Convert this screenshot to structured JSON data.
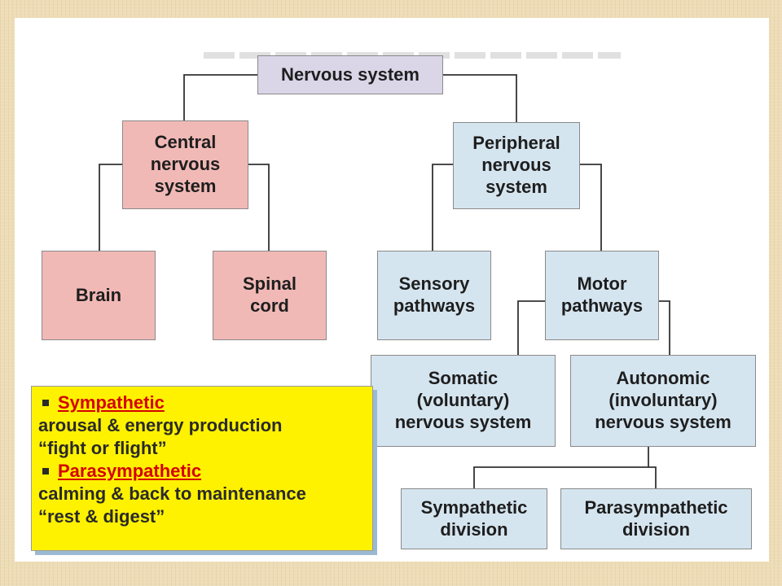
{
  "nodes": {
    "nervous_system": "Nervous system",
    "central": "Central\nnervous\nsystem",
    "peripheral": "Peripheral\nnervous\nsystem",
    "brain": "Brain",
    "spinal_cord": "Spinal\ncord",
    "sensory": "Sensory\npathways",
    "motor": "Motor\npathways",
    "somatic": "Somatic\n(voluntary)\nnervous system",
    "autonomic": "Autonomic\n(involuntary)\nnervous system",
    "sympathetic_division": "Sympathetic\ndivision",
    "parasympathetic_division": "Parasympathetic\ndivision"
  },
  "note": {
    "sympathetic_heading": "Sympathetic",
    "sympathetic_desc": "arousal & energy production",
    "sympathetic_phrase": "“fight or flight”",
    "parasympathetic_heading": "Parasympathetic",
    "parasympathetic_desc": "calming & back to maintenance",
    "parasympathetic_phrase": "“rest & digest”"
  },
  "colors": {
    "root": "#dad6e8",
    "central_branch": "#f1b9b6",
    "peripheral_branch": "#d5e5f0",
    "note_background": "#fff200",
    "note_heading": "#d40000",
    "slide_border": "#eddcb6"
  }
}
